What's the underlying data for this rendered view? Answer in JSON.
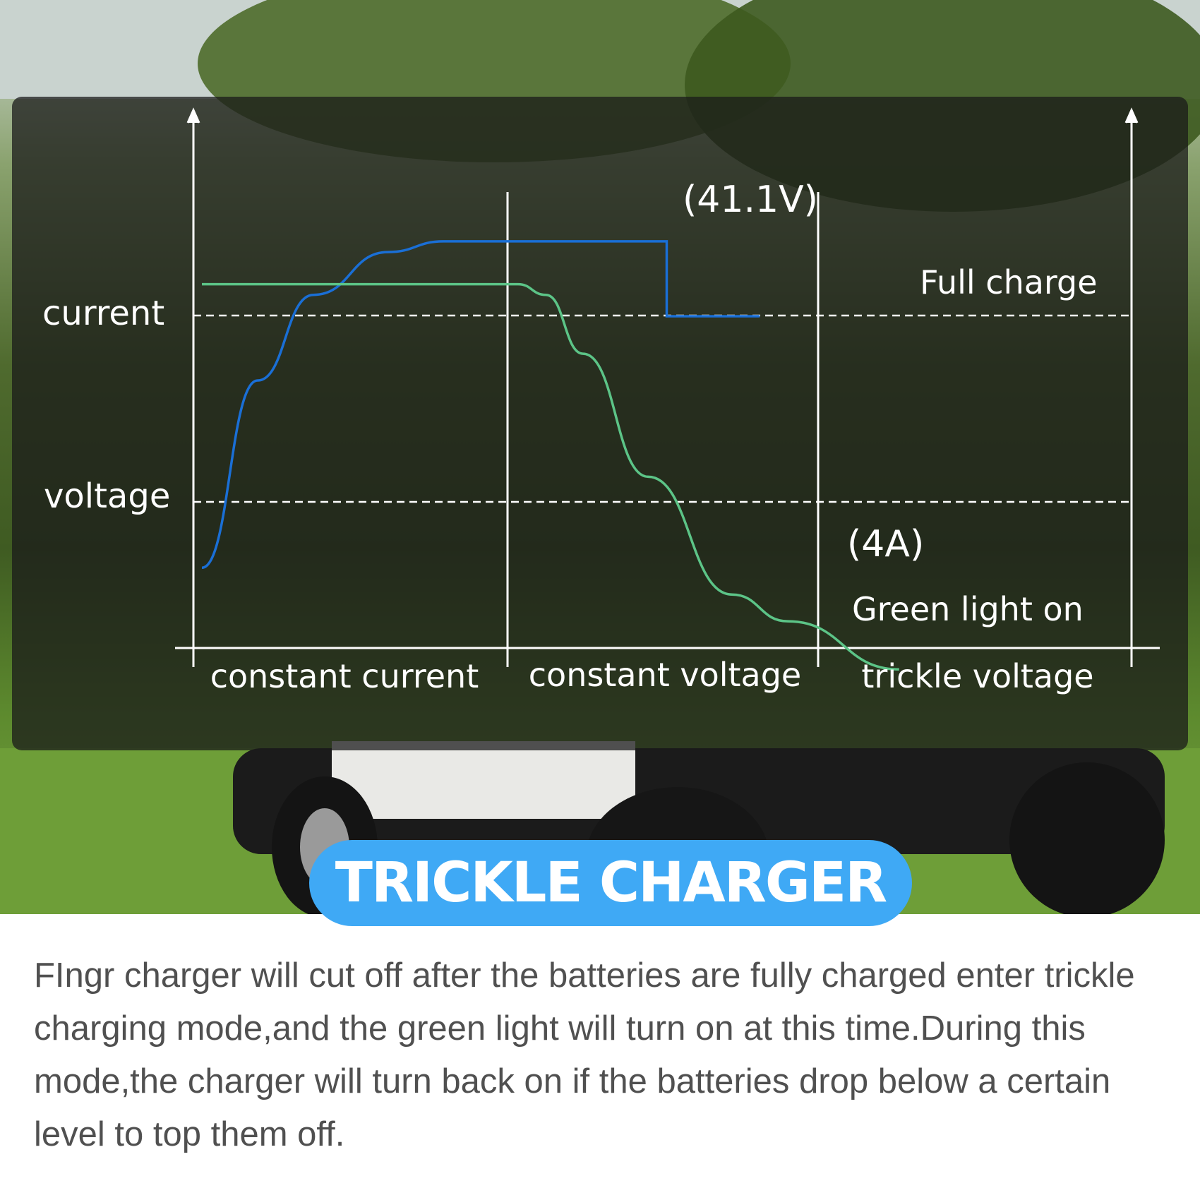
{
  "colors": {
    "panel": "#1a1a1a",
    "current_curve": "#1a6fd6",
    "voltage_curve": "#5cc487",
    "badge": "#3fa9f5",
    "description_text": "#505050"
  },
  "chart_data": {
    "type": "line",
    "title": "",
    "y_labels": [
      "current",
      "voltage"
    ],
    "x_labels": [
      "constant current",
      "constant voltage",
      "trickle voltage"
    ],
    "series": [
      {
        "color": "#1a6fd6",
        "x": [
          0,
          0.06,
          0.12,
          0.2,
          0.26,
          0.34,
          0.42,
          0.5,
          0.5,
          0.6
        ],
        "y": [
          0.15,
          0.5,
          0.66,
          0.74,
          0.76,
          0.76,
          0.76,
          0.76,
          0.62,
          0.62
        ]
      },
      {
        "color": "#5cc487",
        "x": [
          0,
          0.1,
          0.2,
          0.34,
          0.37,
          0.41,
          0.48,
          0.57,
          0.63,
          0.75
        ],
        "y": [
          0.68,
          0.68,
          0.68,
          0.68,
          0.66,
          0.55,
          0.32,
          0.1,
          0.05,
          -0.04
        ]
      }
    ],
    "annotations": [
      "(41.1V)",
      "Full charge",
      "(4A)",
      "Green light on"
    ]
  },
  "badge": {
    "label": "TRICKLE CHARGER"
  },
  "description": "FIngr charger will cut off after the batteries are fully charged enter trickle charging mode,and the green light will turn on at this time.During this mode,the charger will turn back on if the batteries drop below a certain level to top them off."
}
